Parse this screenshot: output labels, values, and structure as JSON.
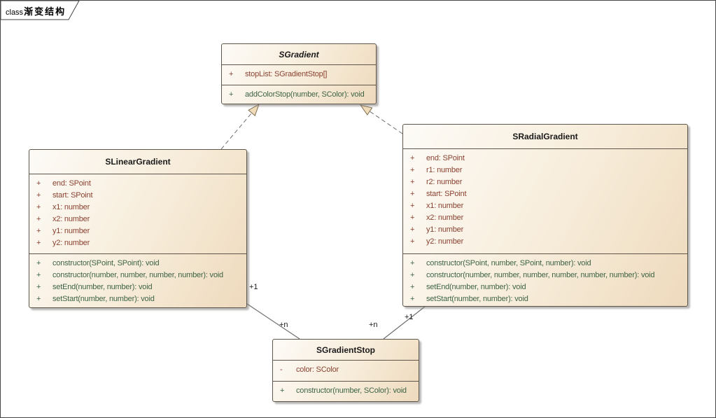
{
  "frame": {
    "tab_prefix": "class",
    "tab_title": "渐变结构"
  },
  "classes": [
    {
      "name": "SGradient",
      "abstract": true,
      "attributes": [
        {
          "vis": "+",
          "text": "stopList: SGradientStop[]"
        }
      ],
      "operations": [
        {
          "vis": "+",
          "text": "addColorStop(number, SColor): void"
        }
      ]
    },
    {
      "name": "SLinearGradient",
      "abstract": false,
      "attributes": [
        {
          "vis": "+",
          "text": "end: SPoint"
        },
        {
          "vis": "+",
          "text": "start: SPoint"
        },
        {
          "vis": "+",
          "text": "x1: number"
        },
        {
          "vis": "+",
          "text": "x2: number"
        },
        {
          "vis": "+",
          "text": "y1: number"
        },
        {
          "vis": "+",
          "text": "y2: number"
        }
      ],
      "operations": [
        {
          "vis": "+",
          "text": "constructor(SPoint, SPoint): void"
        },
        {
          "vis": "+",
          "text": "constructor(number, number, number, number): void"
        },
        {
          "vis": "+",
          "text": "setEnd(number, number): void"
        },
        {
          "vis": "+",
          "text": "setStart(number, number): void"
        }
      ]
    },
    {
      "name": "SRadialGradient",
      "abstract": false,
      "attributes": [
        {
          "vis": "+",
          "text": "end: SPoint"
        },
        {
          "vis": "+",
          "text": "r1: number"
        },
        {
          "vis": "+",
          "text": "r2: number"
        },
        {
          "vis": "+",
          "text": "start: SPoint"
        },
        {
          "vis": "+",
          "text": "x1: number"
        },
        {
          "vis": "+",
          "text": "x2: number"
        },
        {
          "vis": "+",
          "text": "y1: number"
        },
        {
          "vis": "+",
          "text": "y2: number"
        }
      ],
      "operations": [
        {
          "vis": "+",
          "text": "constructor(SPoint, number, SPoint, number): void"
        },
        {
          "vis": "+",
          "text": "constructor(number, number, number, number, number, number): void"
        },
        {
          "vis": "+",
          "text": "setEnd(number, number): void"
        },
        {
          "vis": "+",
          "text": "setStart(number, number): void"
        }
      ]
    },
    {
      "name": "SGradientStop",
      "abstract": false,
      "attributes": [
        {
          "vis": "-",
          "text": "color: SColor"
        }
      ],
      "operations": [
        {
          "vis": "+",
          "text": "constructor(number, SColor): void"
        }
      ]
    }
  ],
  "relationships": {
    "generalizations": [
      {
        "from": "SLinearGradient",
        "to": "SGradient"
      },
      {
        "from": "SRadialGradient",
        "to": "SGradient"
      }
    ],
    "associations": [
      {
        "from": "SLinearGradient",
        "to": "SGradientStop",
        "from_label": "+1",
        "to_label": "+n"
      },
      {
        "from": "SRadialGradient",
        "to": "SGradientStop",
        "from_label": "+1",
        "to_label": "+n"
      }
    ]
  },
  "colors": {
    "attribute_text": "#8a4231",
    "operation_text": "#3d6345",
    "title_text": "#1a1a1a",
    "box_border": "#5e564a",
    "box_fill_light": "#fdfbf7",
    "box_fill_dark": "#eedabd",
    "connector_line": "#6e6e6e",
    "arrow_fill": "#f0dcb8",
    "arrow_stroke": "#7d6c50",
    "frame_border": "#464646",
    "canvas_bg": "#ffffff",
    "label_text": "#1a1a1a"
  }
}
